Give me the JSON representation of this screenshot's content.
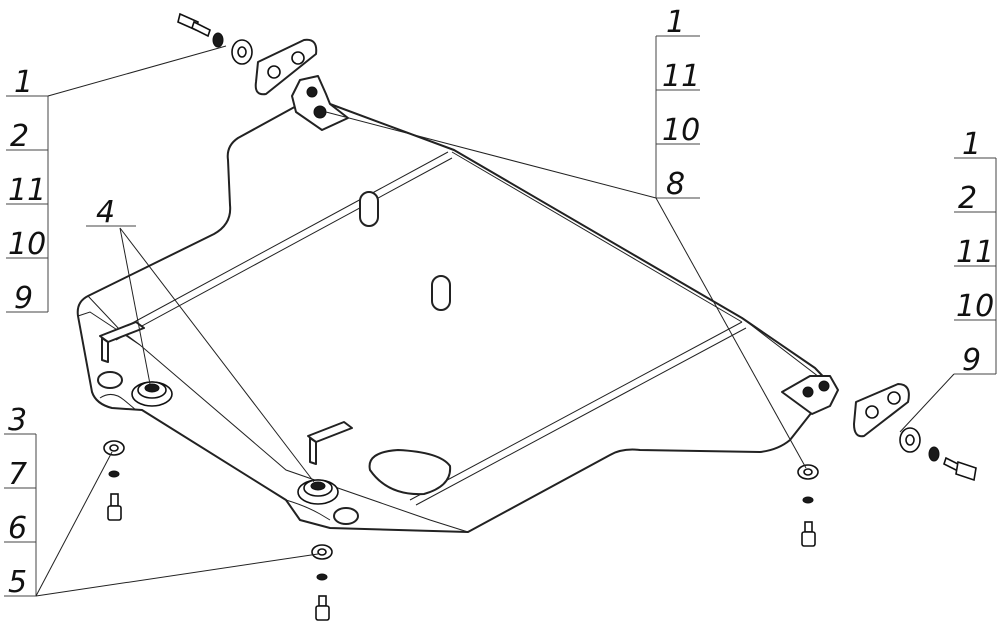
{
  "callouts": {
    "top_left": [
      "1",
      "2",
      "11",
      "10",
      "9"
    ],
    "top_right": [
      "1",
      "11",
      "10",
      "8"
    ],
    "right": [
      "1",
      "2",
      "11",
      "10",
      "9"
    ],
    "bottom_left": [
      "3",
      "7",
      "6",
      "5"
    ],
    "pad_label": "4"
  },
  "colors": {
    "line": "#222222",
    "background": "#ffffff"
  }
}
